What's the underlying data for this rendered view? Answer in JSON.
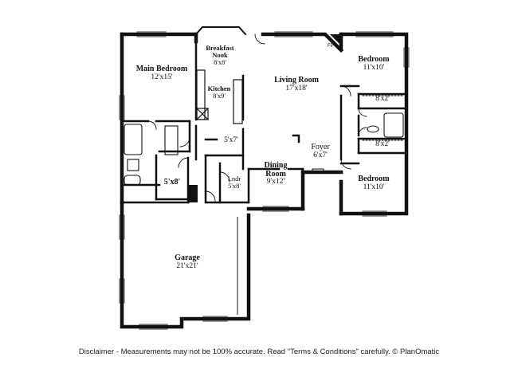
{
  "rooms": {
    "main_bedroom": {
      "name": "Main Bedroom",
      "dim": "12'x15'"
    },
    "breakfast_nook": {
      "name": "Breakfast Nook",
      "dim": "8'x8'"
    },
    "kitchen": {
      "name": "Kitchen",
      "dim": "8'x9'"
    },
    "living_room": {
      "name": "Living Room",
      "dim": "17'x18'"
    },
    "bedroom_top": {
      "name": "Bedroom",
      "dim": "11'x10'"
    },
    "closet_top": {
      "name": "",
      "dim": "8'x2'"
    },
    "closet_bottom": {
      "name": "",
      "dim": "8'x2'"
    },
    "bedroom_bottom": {
      "name": "Bedroom",
      "dim": "11'x10'"
    },
    "hall": {
      "name": "",
      "dim": "5'x7'"
    },
    "foyer": {
      "name": "Foyer",
      "dim": "6'x7'"
    },
    "bath": {
      "name": "",
      "dim": "5'x8'"
    },
    "laundry": {
      "name": "Lndr",
      "dim": "5'x8'"
    },
    "dining_room": {
      "name": "Dining Room",
      "dim": "9'x12'"
    },
    "garage": {
      "name": "Garage",
      "dim": "21'x21'"
    }
  },
  "fireplace_label": "FP",
  "disclaimer": "Disclaimer - Measurements may not be 100% accurate. Read \"Terms & Conditions\" carefully. © PlanOmatic"
}
